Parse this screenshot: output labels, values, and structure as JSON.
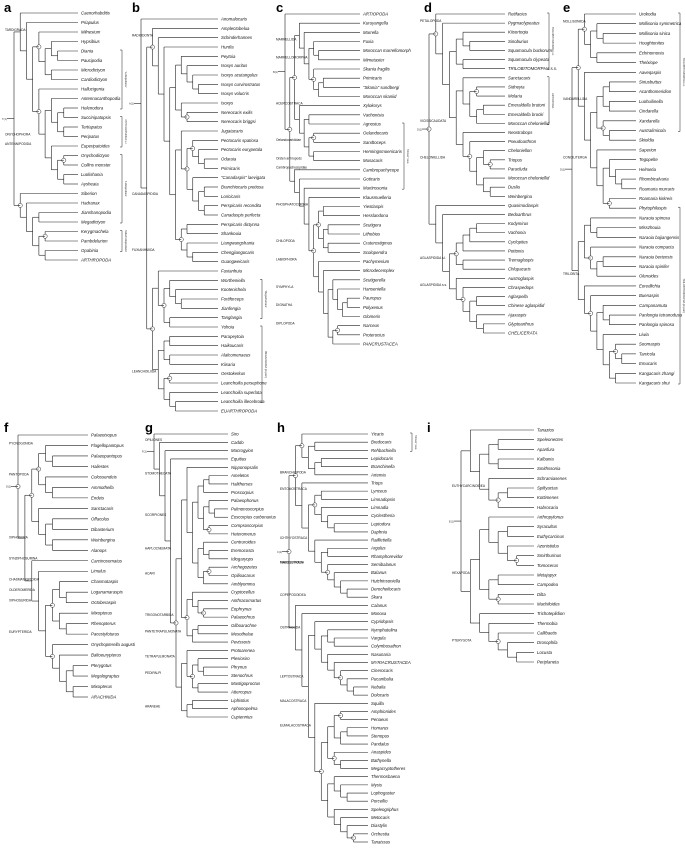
{
  "panels": [
    {
      "label": "a",
      "taxa": [
        "Caenorhabditis",
        "Priapulus",
        "Milnesium",
        "Hypsibius",
        "Diania",
        "Paucipodia",
        "Microdictyon",
        "Cardiodictyon",
        "Hallucigenia",
        "Antennacanthopodia",
        "Helenodora",
        "Succinipatopsis",
        "Tertiapatus",
        "Peripatus",
        "Euperipatoides",
        "Onychodictyon",
        "Collins monster",
        "Luolishania",
        "Aysheaia",
        "Siberion",
        "Hadranax",
        "Jianshanopodia",
        "Megadictyon",
        "Kerygmachela",
        "Pambdelurion",
        "Opabinia",
        "ARTHROPODA"
      ],
      "clades": [
        {
          "name": "TARDIGRADA",
          "row": 2
        },
        {
          "name": "ONYCHOPHORA",
          "row": 13
        },
        {
          "name": "ANTENNIPODIDA",
          "row": 14
        }
      ],
      "brackets": [
        {
          "text": "'Lobopodians'",
          "from": 4,
          "to": 10
        },
        {
          "text": "ONYCHOPHORA s.l.",
          "from": 11,
          "to": 14
        },
        {
          "text": "'Lobopodians'",
          "from": 15,
          "to": 22
        },
        {
          "text": "'Gilled lobopodians'",
          "from": 23,
          "to": 25
        }
      ]
    },
    {
      "label": "b",
      "taxa": [
        "Anomalocaris",
        "Amplectobelua",
        "Schinderhannes",
        "Hurdia",
        "Peytoia",
        "Isoxys auritus",
        "Isoxys acutangulus",
        "Isoxys curvirostratus",
        "Isoxys volucris",
        "Isoxys",
        "Nereocaris exilis",
        "Nereocaris briggsi",
        "Jugatacaris",
        "Pectocaris spatiosa",
        "Pectocaris eurypetala",
        "Odaraia",
        "Primicaris",
        "\"Canadaspis\" laevigata",
        "Branchiocaris pretiosa",
        "Loricicaris",
        "Perspicaris recondita",
        "Canadaspis perfecta",
        "Perspicaris dictynna",
        "Shankouia",
        "Liangwangshania",
        "Chengjiangocaris",
        "Guangweicaris",
        "Fuxianhuia",
        "Wortheniella",
        "Kootenichela",
        "Fortiforceps",
        "Jianfengia",
        "Tanglangia",
        "Yohoia",
        "Parapeytoia",
        "Haikoucaris",
        "Alalcomenaeus",
        "Kiisaria",
        "Oestokerkus",
        "Leanchoilia persephone",
        "Leanchoilia superlata",
        "Leanchoilia illecebrosa",
        "EUARTHROPODA"
      ],
      "clades": [
        {
          "name": "RADIODONTA",
          "row": 2
        },
        {
          "name": "CANADASPIDIDA",
          "row": 19
        },
        {
          "name": "FUXIANHUIIDA",
          "row": 25
        },
        {
          "name": "LEANCHOILIIDA",
          "row": 38
        }
      ],
      "brackets": [
        {
          "text": "'Megacheirans'",
          "from": 28,
          "to": 32
        },
        {
          "text": "MEGACHEIRA (in part)",
          "from": 33,
          "to": 41
        }
      ]
    },
    {
      "label": "c",
      "taxa": [
        "ARTIOPODA",
        "Kuruyangella",
        "Marrella",
        "Fuxia",
        "Moroccan marrellomorph",
        "Mimetaster",
        "Skania fragilis",
        "Primicaris",
        "\"Skania\" sundbergi",
        "Moroccan skaniid",
        "Xylokorys",
        "Vachonisia",
        "Agnostus",
        "Oelandocaris",
        "Sandtoceps",
        "Henningsmoenicaris",
        "Musacaris",
        "Cambropachycope",
        "Goticaris",
        "Martinssonia",
        "Klausmuelleria",
        "Yiestiaspis",
        "Hesslandona",
        "Scutigera",
        "Lithobius",
        "Craterostigmus",
        "Scolopendra",
        "Pachymerium",
        "Microdecemplex",
        "Scutigerella",
        "Hanseniella",
        "Pauropus",
        "Polyxenus",
        "Glomeris",
        "Narceus",
        "Proterocius",
        "PANCRUSTACEA"
      ],
      "clades": [
        {
          "name": "MARRELLIDA",
          "row": 3
        },
        {
          "name": "MARRELLOMORPHA",
          "row": 5
        },
        {
          "name": "ACERCOSTRACA",
          "row": 10
        },
        {
          "name": "Orsten arthropods",
          "row": 16
        },
        {
          "name": "Oelandocarididae",
          "row": 14
        },
        {
          "name": "Cambropachycopidae",
          "row": 17
        },
        {
          "name": "PHOSPHATOCOPINA",
          "row": 21
        },
        {
          "name": "CHILOPODA",
          "row": 25
        },
        {
          "name": "LABIOPHORA",
          "row": 27
        },
        {
          "name": "SYMPHYLA",
          "row": 30
        },
        {
          "name": "DIGNATHA",
          "row": 32
        },
        {
          "name": "DIPLOPODA",
          "row": 34
        }
      ],
      "brackets": [
        {
          "text": "'Orsten' taxa",
          "from": 12,
          "to": 19
        }
      ]
    },
    {
      "label": "d",
      "taxa": [
        "Retifacies",
        "Pygmaclypeatus",
        "Kiisortoqia",
        "Sinoburius",
        "Squamacula buckorum",
        "Squamacula clypeata",
        "TRILOBITOMORPHA s.s.",
        "Sanctacaris",
        "Sidneyia",
        "Molaria",
        "Emeraldella brutoni",
        "Emeraldella brocki",
        "Moroccan cheloniellid",
        "Neostrabops",
        "Pseudoarthron",
        "Cheloniellon",
        "Triopus",
        "Paracluda",
        "Moroccan cheloniellid",
        "Duslia",
        "Weinbergina",
        "Quasimodiaspis",
        "Bedoarthrus",
        "Kodymirus",
        "Vachonia",
        "Cyclopites",
        "Pottonia",
        "Tremaglaspis",
        "Chlupacaris",
        "Austroglaspis",
        "Chraspedops",
        "Aglaspella",
        "Chinese aglaspidid",
        "Ajaxaspis",
        "Glyptoarthrus",
        "CHELICERATA"
      ],
      "clades": [
        {
          "name": "PETALOPODA",
          "row": 1
        },
        {
          "name": "VICISSICAUDATA",
          "row": 12
        },
        {
          "name": "CHELONIELLIDA",
          "row": 16
        },
        {
          "name": "AGLASPIDIDA s.l.",
          "row": 27
        },
        {
          "name": "AGLASPIDIDA s.s.",
          "row": 30
        }
      ],
      "brackets": [
        {
          "text": "TRILOBITOMORPHA s.l.",
          "from": 0,
          "to": 6
        },
        {
          "text": "ARTIOPODA",
          "from": 7,
          "to": 12
        }
      ]
    },
    {
      "label": "e",
      "taxa": [
        "Urokodia",
        "Mollisonia symmetrica",
        "Mollisonia sinica",
        "Houghtonites",
        "Echinomonia",
        "Thelxiope",
        "Aaveqaspis",
        "Siriusbuttus",
        "Acanthomeridion",
        "Luohuilinella",
        "Cindarella",
        "Xandarella",
        "Australimicola",
        "Skioldia",
        "Saperion",
        "Tegopelte",
        "Helmetia",
        "Rhombicalvaria",
        "Roamaria murraris",
        "Roamaria kirkreis",
        "Phytophilaspis",
        "Naraoia spinosa",
        "Misszhouia",
        "Naraoia bajiangensis",
        "Naraoia compacta",
        "Naraoia bertensis",
        "Naraoia spinifer",
        "Olenoides",
        "Eoredlichia",
        "Buenaspis",
        "Campanamuta",
        "Panlongia tetranodusa",
        "Panlongia spinosa",
        "Liwia",
        "Soomaspis",
        "Tarricola",
        "Emucaris",
        "Kangacaris zhangi",
        "Kangacaris shui"
      ],
      "clades": [
        {
          "name": "MOLLISONIIDA",
          "row": 1
        },
        {
          "name": "XANDARELLIDA",
          "row": 9
        },
        {
          "name": "CONCILITERGA",
          "row": 15
        },
        {
          "name": "TRILOBITA",
          "row": 27
        }
      ],
      "brackets": [
        {
          "text": "TRILOBITOMORPHA s.l.",
          "from": 0,
          "to": 12
        },
        {
          "text": "TRILOBITOMORPHA (in part)",
          "from": 20,
          "to": 38
        }
      ]
    },
    {
      "label": "f",
      "taxa": [
        "Palaeoisopus",
        "Flagellopantopus",
        "Palaeopantopus",
        "Haliestes",
        "Colossendeis",
        "Ammothella",
        "Endeis",
        "Sanctacaris",
        "Offacolus",
        "Dibasterium",
        "Weinbergina",
        "Alanops",
        "Carcinosomatus",
        "Limulus",
        "Chasmataspis",
        "Loganamaraspis",
        "Octoberaspis",
        "Mixopterus",
        "Rhenopterus",
        "Pacestyloturus",
        "Onychopterella augusti",
        "Baltoeurypterus",
        "Pterygotus",
        "Megalograptus",
        "Mixopterus",
        "ARACHNIDA"
      ],
      "clades": [
        {
          "name": "PYCNOGONIDA",
          "row": 1
        },
        {
          "name": "PANTOPODA",
          "row": 4
        },
        {
          "name": "XIPHOSURA",
          "row": 10
        },
        {
          "name": "SYNZIPHOSURINA",
          "row": 12
        },
        {
          "name": "CHASMATASPIDIDA",
          "row": 14
        },
        {
          "name": "OLDEROMERIDA",
          "row": 15
        },
        {
          "name": "XIPHOSURIDA",
          "row": 16
        },
        {
          "name": "EURYPTERIDA",
          "row": 19
        }
      ],
      "brackets": []
    },
    {
      "label": "g",
      "taxa": [
        "Siro",
        "Caddo",
        "Macrogyion",
        "Equitius",
        "Nipponopsalis",
        "Ameletos",
        "Halitherses",
        "Proscorpius",
        "Palaeophonus",
        "Pulmonoscorpius",
        "Eoscorpius carbonarius",
        "Compsoscorpius",
        "Heteromerus",
        "Centruroides",
        "Eremocosta",
        "Idiogaryops",
        "Archegozetes",
        "Opilioacarus",
        "Amblyomma",
        "Cryptocellus",
        "Anthracomartus",
        "Eophrynus",
        "Palaeochrus",
        "Gilboarachne",
        "Mesothelae",
        "Pevissoris",
        "Protoarenea",
        "Plesiosiro",
        "Phrynus",
        "Stenochrus",
        "Mastigoproctus",
        "Attercopus",
        "Liphistius",
        "Aphonopelma",
        "Cupiennius"
      ],
      "clades": [
        {
          "name": "OPILIONES",
          "row": 1
        },
        {
          "name": "STOMOTHECATA",
          "row": 5
        },
        {
          "name": "SCORPIONES",
          "row": 10
        },
        {
          "name": "HAPLOCNEMATA",
          "row": 14
        },
        {
          "name": "ACARI",
          "row": 17
        },
        {
          "name": "TRIGONOTARBIDA",
          "row": 22
        },
        {
          "name": "PANTETRAPULMONATA",
          "row": 24
        },
        {
          "name": "TETRAPULMONATA",
          "row": 27
        },
        {
          "name": "PEDIPALPI",
          "row": 29
        },
        {
          "name": "ARANEAE",
          "row": 33
        }
      ],
      "brackets": []
    },
    {
      "label": "h",
      "taxa": [
        "Yicaris",
        "Bredocaris",
        "Rehbachiella",
        "Lepidocaris",
        "Branchinella",
        "Artemia",
        "Triops",
        "Lynceus",
        "Limnadopsis",
        "Limnadia",
        "Cyclestheria",
        "Leptodora",
        "Daphnia",
        "Raillietiella",
        "Argulus",
        "Rhamphorevidor",
        "Semibalanus",
        "Balanus",
        "Hutchinsoniella",
        "Derocheilocaris",
        "Skara",
        "Calanus",
        "Monoxa",
        "Cypridopsis",
        "Nymphatelina",
        "Vargula",
        "Colymbosathon",
        "Nasunaria",
        "MYRIACRUSTACEA",
        "Cinerocaris",
        "Pucanibalia",
        "Nebalia",
        "Dolocaris",
        "Squilla",
        "Amphionides",
        "Penaeus",
        "Homarus",
        "Stenopus",
        "Pandalus",
        "Anaspides",
        "Bathynella",
        "Megacryptotheres",
        "Thermosbaena",
        "Mysis",
        "Lophogaster",
        "Porcellio",
        "Speleogriphus",
        "Metocaris",
        "Diastylis",
        "Orchestia",
        "Tanaissus"
      ],
      "clades": [
        {
          "name": "ENTOMOSTRACA",
          "row": 7
        },
        {
          "name": "BRANCHIOPODA",
          "row": 5
        },
        {
          "name": "ICHTHYOSTRACA",
          "row": 13
        },
        {
          "name": "MAXILLOPODA",
          "row": 16
        },
        {
          "name": "THECOSTRACA",
          "row": 16
        },
        {
          "name": "COPEPODOIDEA",
          "row": 20
        },
        {
          "name": "OSTRACODA",
          "row": 24
        },
        {
          "name": "LEPTOSTRACA",
          "row": 30
        },
        {
          "name": "MALACOSTRACA",
          "row": 33
        },
        {
          "name": "EUMALACOSTRACA",
          "row": 36
        }
      ],
      "brackets": [
        {
          "text": "'Orsten' taxa",
          "from": 0,
          "to": 2
        }
      ]
    },
    {
      "label": "i",
      "taxa": [
        "Tanazios",
        "Speleonectes",
        "Apanfura",
        "Kalbania",
        "Smithssonia",
        "Schramiasenes",
        "Spiltyactas",
        "Kottimenes",
        "Habrocaria",
        "Arthropylonus",
        "Syracultus",
        "Euthycarcinus",
        "Azonistidus",
        "Smirthurinus",
        "Tomocerus",
        "Metajapyx",
        "Campodea",
        "Dilta",
        "Machiloides",
        "Trichoteplidion",
        "Thermobia",
        "Callibaetis",
        "Drosophila",
        "Locusta",
        "Periplaneta"
      ],
      "clades": [
        {
          "name": "EUTHYCARCINOIDEA",
          "row": 6
        },
        {
          "name": "HEXAPODA",
          "row": 15
        },
        {
          "name": "PTERYGOTA",
          "row": 22
        }
      ],
      "brackets": []
    }
  ],
  "node_marks": {
    "a": [
      "T(1)",
      "O(1)"
    ],
    "b": [
      "A(1)"
    ],
    "c": [
      "B(1)"
    ],
    "d": [
      "D(1)"
    ],
    "e": [
      "D(1)"
    ],
    "f": [
      "D(1)"
    ],
    "g": [
      "F(1)"
    ],
    "h": [
      "C(1)"
    ],
    "i": [
      "E(1)"
    ]
  }
}
